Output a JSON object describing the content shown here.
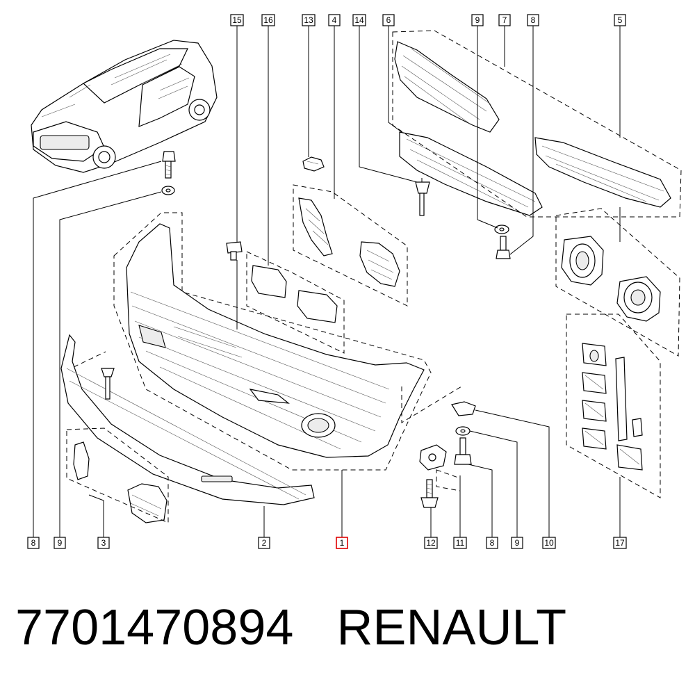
{
  "callouts": [
    {
      "id": "c15",
      "label": "15",
      "pos": "top"
    },
    {
      "id": "c16",
      "label": "16",
      "pos": "top"
    },
    {
      "id": "c13",
      "label": "13",
      "pos": "top"
    },
    {
      "id": "c4",
      "label": "4",
      "pos": "top"
    },
    {
      "id": "c14",
      "label": "14",
      "pos": "top"
    },
    {
      "id": "c6",
      "label": "6",
      "pos": "top"
    },
    {
      "id": "c9t",
      "label": "9",
      "pos": "top"
    },
    {
      "id": "c7",
      "label": "7",
      "pos": "top"
    },
    {
      "id": "c8t",
      "label": "8",
      "pos": "top"
    },
    {
      "id": "c5",
      "label": "5",
      "pos": "top"
    },
    {
      "id": "c8b",
      "label": "8",
      "pos": "bottom"
    },
    {
      "id": "c9b",
      "label": "9",
      "pos": "bottom"
    },
    {
      "id": "c3",
      "label": "3",
      "pos": "bottom"
    },
    {
      "id": "c2",
      "label": "2",
      "pos": "bottom"
    },
    {
      "id": "c1",
      "label": "1",
      "pos": "bottom",
      "selected": true
    },
    {
      "id": "c12",
      "label": "12",
      "pos": "bottom"
    },
    {
      "id": "c11",
      "label": "11",
      "pos": "bottom"
    },
    {
      "id": "c8c",
      "label": "8",
      "pos": "bottom"
    },
    {
      "id": "c9c",
      "label": "9",
      "pos": "bottom"
    },
    {
      "id": "c10",
      "label": "10",
      "pos": "bottom"
    },
    {
      "id": "c17",
      "label": "17",
      "pos": "bottom"
    }
  ],
  "caption": {
    "part_number": "7701470894",
    "brand": "RENAULT"
  },
  "colors": {
    "line": "#000000",
    "selected_callout": "#e00000",
    "background": "#ffffff"
  }
}
